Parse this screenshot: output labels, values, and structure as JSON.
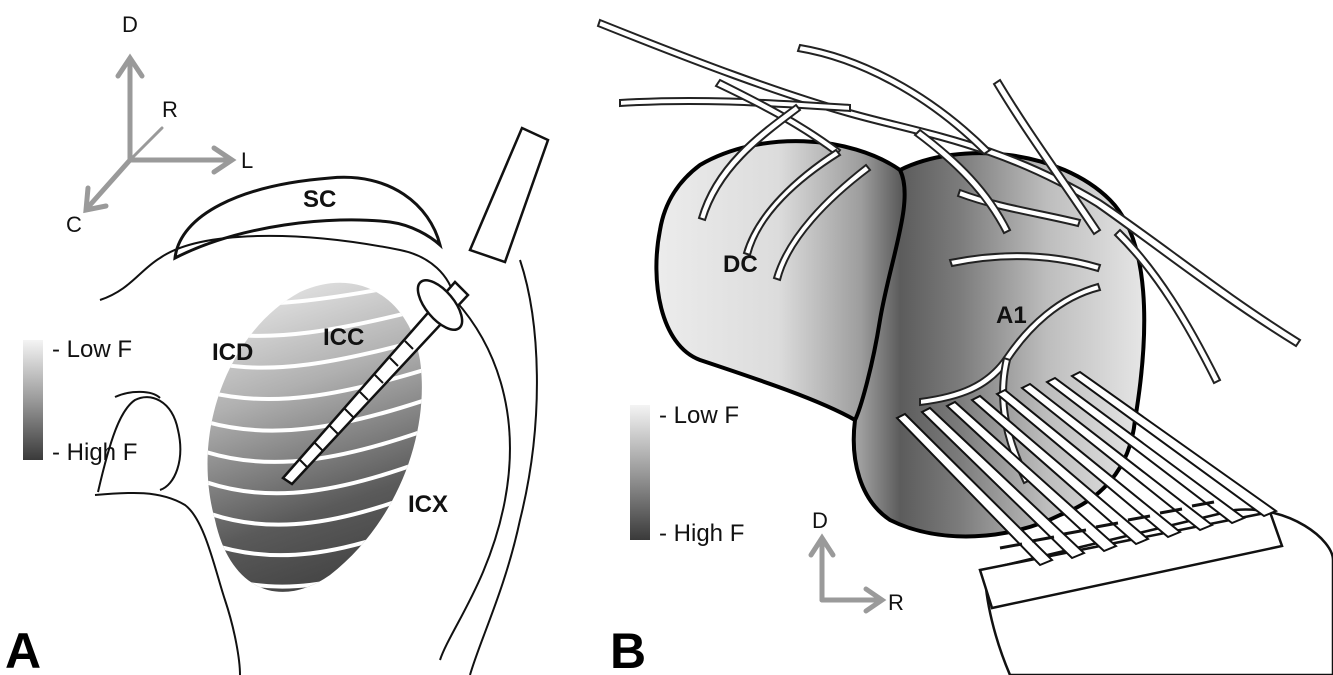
{
  "panel_a": {
    "panel_label": "A",
    "axes": {
      "dorsal": "D",
      "rostral": "R",
      "lateral": "L",
      "caudal": "C"
    },
    "regions": {
      "sc": "SC",
      "icd": "ICD",
      "icc": "ICC",
      "icx": "ICX"
    },
    "legend": {
      "low": "- Low F",
      "high": "- High F"
    }
  },
  "panel_b": {
    "panel_label": "B",
    "axes": {
      "dorsal": "D",
      "rostral": "R"
    },
    "regions": {
      "dc": "DC",
      "a1": "A1"
    },
    "legend": {
      "low": "- Low F",
      "high": "- High F"
    }
  }
}
